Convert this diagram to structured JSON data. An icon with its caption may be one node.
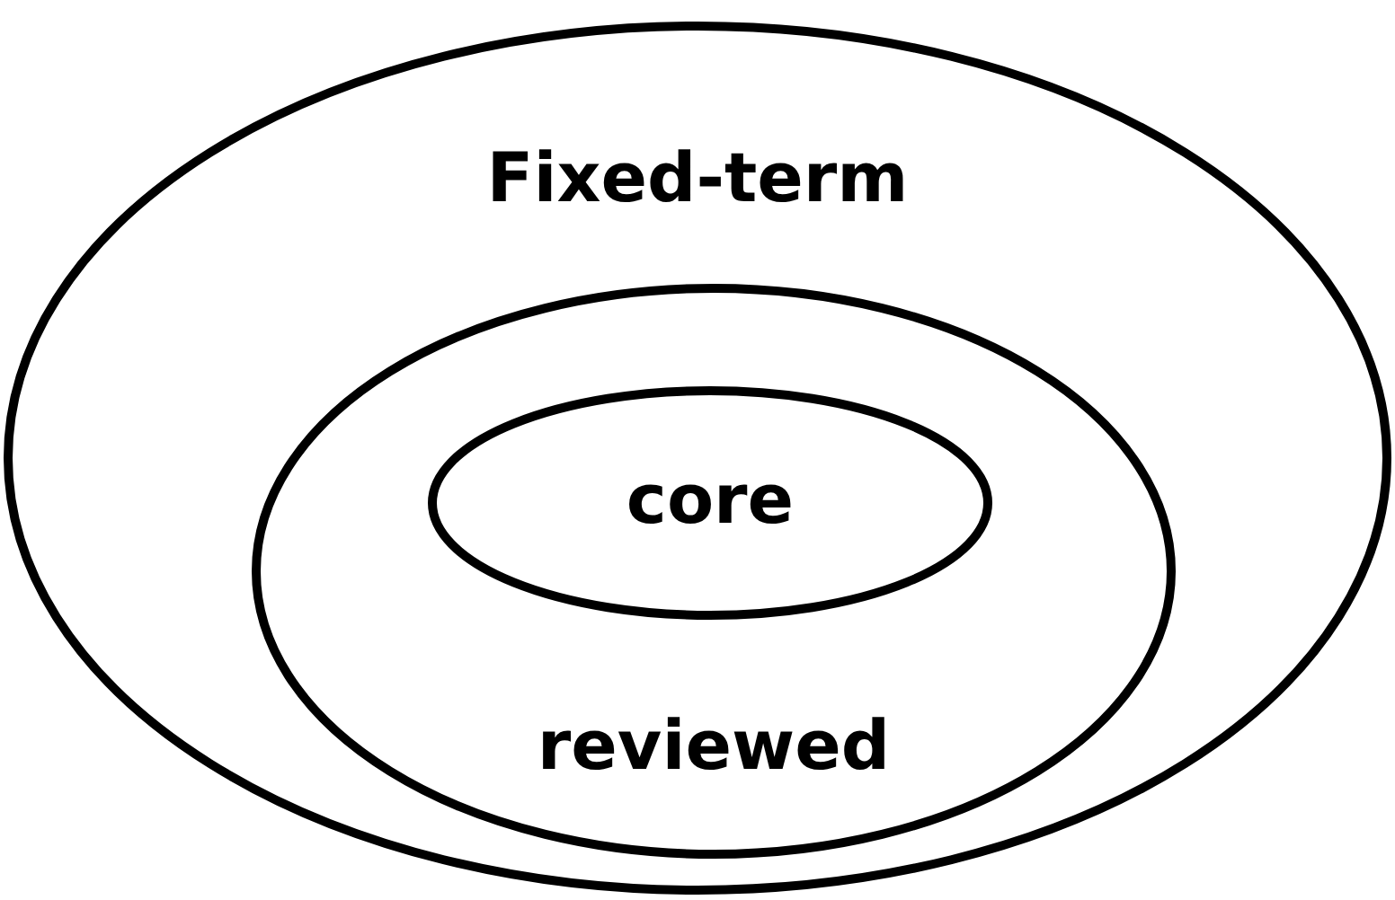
{
  "diagram": {
    "nodes": [
      {
        "text": [
          "Fixed-term"
        ]
      },
      {
        "text": [
          "reviewed"
        ],
        "in": 0
      },
      {
        "text": [
          "core"
        ],
        "in": 1
      }
    ]
  }
}
